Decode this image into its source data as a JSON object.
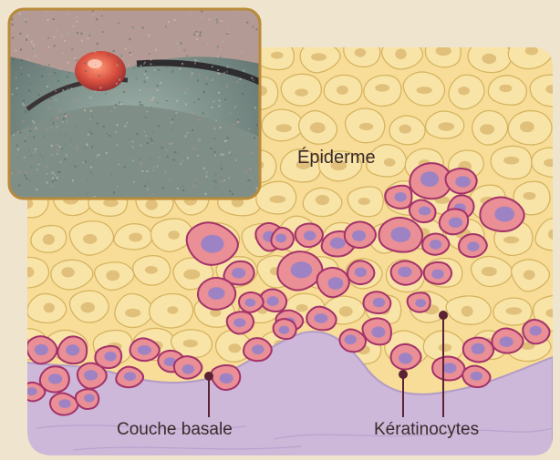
{
  "labels": {
    "epidermis": "Épiderme",
    "basal_layer": "Couche basale",
    "keratinocytes": "Kératinocytes"
  },
  "colors": {
    "page_background": "#efe4cd",
    "epidermis_fill": "#f7dd97",
    "cell_fill": "#f9e4a8",
    "cell_outline": "#d6b460",
    "nucleus": "#e0c07a",
    "dermis": "#cdb8da",
    "keratinocyte_fill": "#e98f95",
    "keratinocyte_outline": "#a3326a",
    "keratinocyte_nucleus": "#9e83c4",
    "leader_line": "#5a2233",
    "photo_frame": "#b88a3a"
  },
  "photo": {
    "subject": "close-up photograph of a reddish skin lesion"
  }
}
